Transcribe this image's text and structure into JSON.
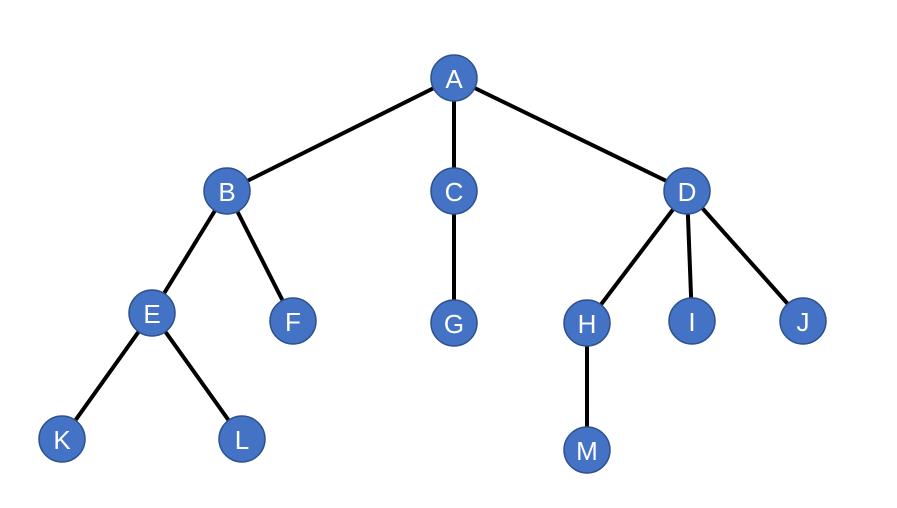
{
  "diagram": {
    "type": "tree",
    "colors": {
      "node_fill": "#4472c4",
      "node_stroke": "#2f528f",
      "node_text": "#ffffff",
      "edge": "#000000"
    },
    "nodes": [
      {
        "id": "A",
        "label": "A"
      },
      {
        "id": "B",
        "label": "B"
      },
      {
        "id": "C",
        "label": "C"
      },
      {
        "id": "D",
        "label": "D"
      },
      {
        "id": "E",
        "label": "E"
      },
      {
        "id": "F",
        "label": "F"
      },
      {
        "id": "G",
        "label": "G"
      },
      {
        "id": "H",
        "label": "H"
      },
      {
        "id": "I",
        "label": "I"
      },
      {
        "id": "J",
        "label": "J"
      },
      {
        "id": "K",
        "label": "K"
      },
      {
        "id": "L",
        "label": "L"
      },
      {
        "id": "M",
        "label": "M"
      }
    ],
    "edges": [
      {
        "from": "A",
        "to": "B"
      },
      {
        "from": "A",
        "to": "C"
      },
      {
        "from": "A",
        "to": "D"
      },
      {
        "from": "B",
        "to": "E"
      },
      {
        "from": "B",
        "to": "F"
      },
      {
        "from": "C",
        "to": "G"
      },
      {
        "from": "D",
        "to": "H"
      },
      {
        "from": "D",
        "to": "I"
      },
      {
        "from": "D",
        "to": "J"
      },
      {
        "from": "E",
        "to": "K"
      },
      {
        "from": "E",
        "to": "L"
      },
      {
        "from": "H",
        "to": "M"
      }
    ]
  }
}
